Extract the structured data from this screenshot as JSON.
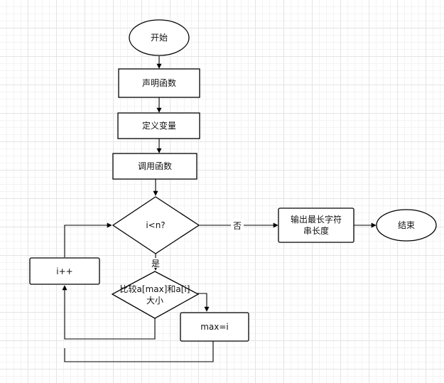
{
  "nodes": {
    "start": "开始",
    "declare": "声明函数",
    "define_vars": "定义变量",
    "call": "调用函数",
    "condition": "i<n?",
    "output_line1": "输出最长字符",
    "output_line2": "串长度",
    "end": "结束",
    "increment": "i++",
    "compare_line1": "比较a[max]和a[i]",
    "compare_line2": "大小",
    "assign": "max=i"
  },
  "edges": {
    "no": "否",
    "yes": "是"
  },
  "colors": {
    "stroke": "#000000",
    "fill": "#ffffff",
    "text": "#111111",
    "grid": "#e4e4e4"
  }
}
